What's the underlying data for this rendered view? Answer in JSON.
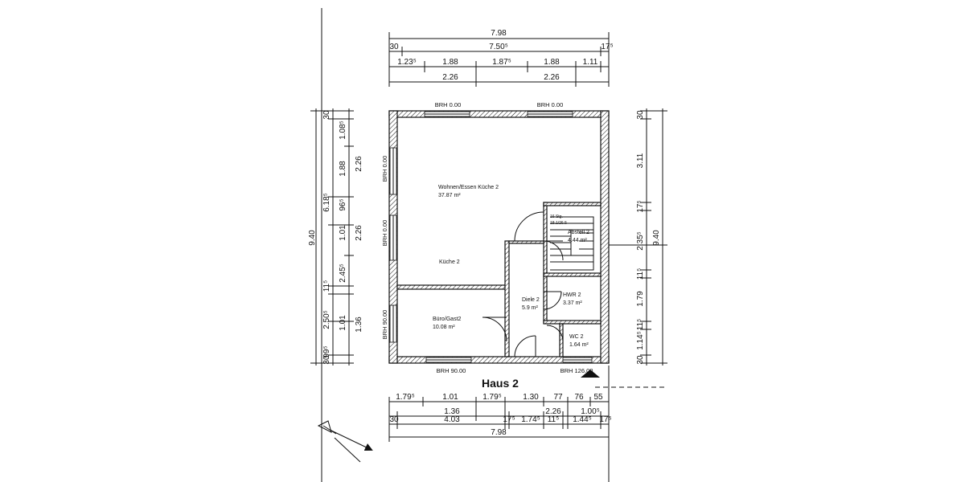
{
  "title": "Haus 2",
  "dims_top": {
    "overall": "7.98",
    "row2": [
      "30",
      "7.50⁵",
      "17⁵"
    ],
    "row3": [
      "1.23⁵",
      "1.88",
      "1.87⁵",
      "1.88",
      "1.11"
    ],
    "row4": [
      "2.26",
      "2.26"
    ]
  },
  "dims_bottom": {
    "row1": [
      "1.79⁵",
      "1.01",
      "1.79⁵",
      "1.30",
      "77",
      "76",
      "55"
    ],
    "row2": [
      "1.36",
      "2.26",
      "1.00⁵"
    ],
    "row3": [
      "30",
      "4.03",
      "17⁵",
      "1.74⁵",
      "11⁵",
      "1.44⁵",
      "17⁵"
    ],
    "overall": "7.98"
  },
  "dims_left": {
    "overall": "9.40",
    "row2": [
      "6.18⁵",
      "11⁵",
      "2.50⁵",
      "99⁵"
    ],
    "row3": [
      "1.01",
      "96⁵",
      "2.45⁵",
      "1.01"
    ],
    "row4": [
      "1.08⁵",
      "1.88",
      "2.26",
      "2.26",
      "1.36",
      "30",
      "30"
    ]
  },
  "dims_right": {
    "overall": "9.40",
    "row1": [
      "30",
      "3.11",
      "17⁵",
      "2.35⁵",
      "11⁵",
      "1.79",
      "11⁵",
      "1.14⁵",
      "30"
    ]
  },
  "brh": {
    "top_left": "BRH 0.00",
    "top_right": "BRH 0.00",
    "left_top": "BRH 0.00",
    "left_mid": "BRH 0.00",
    "left_bottom": "BRH 90.00",
    "bottom_left": "BRH 90.00",
    "bottom_right": "BRH 126.00"
  },
  "rooms": [
    {
      "name": "Wohnen/Essen Küche 2",
      "area": "37.87 m²"
    },
    {
      "name": "Küche 2",
      "area": ""
    },
    {
      "name": "Büro/Gast2",
      "area": "10.08 m²"
    },
    {
      "name": "Diele 2",
      "area": "5.9 m²"
    },
    {
      "name": "Abstell 2",
      "area": "4.44 m²"
    },
    {
      "name": "HWR 2",
      "area": "3.37 m²"
    },
    {
      "name": "WC 2",
      "area": "1.64 m²"
    }
  ],
  "stair_label": [
    "16 Stg.",
    "18.1/26.5"
  ]
}
